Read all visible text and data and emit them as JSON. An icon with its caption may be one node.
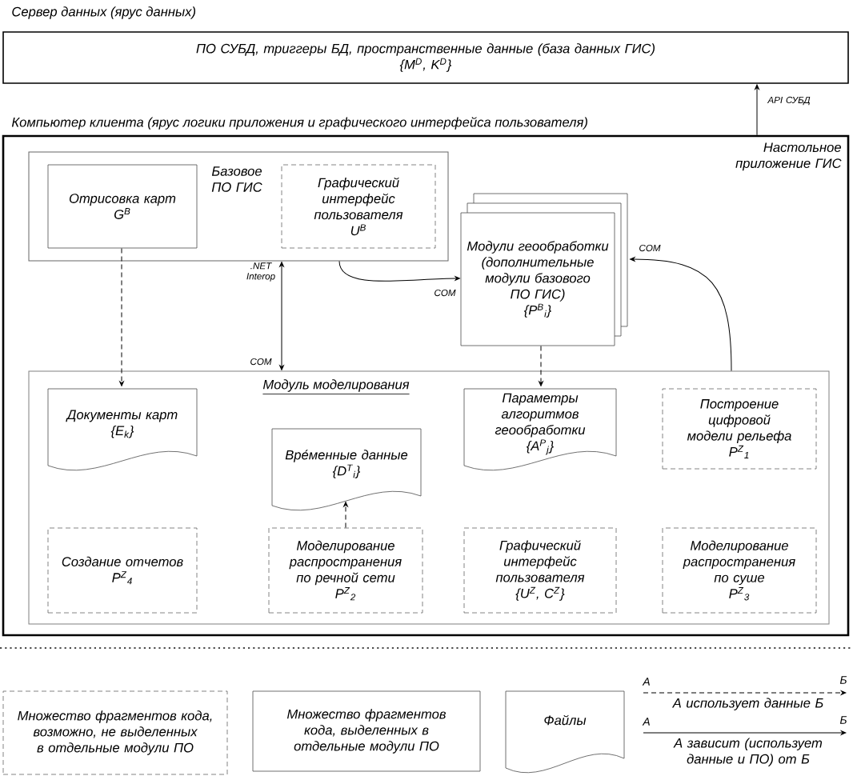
{
  "diagram": {
    "nodes": [
      {
        "text": [
          "Сервер данных  (ярус данных)",
          "ПО СУБД, триггеры БД, пространственные данные (база данных ГИС)",
          "{M$^{D}$, K$^{D}$}"
        ]
      },
      {
        "text": [
          "Компьютер клиента (ярус логики приложения и графического интерфейса пользователя)",
          "Настольное приложение ГИС"
        ]
      },
      {
        "text": [
          "Базовое ПО ГИС"
        ],
        "in": 1
      },
      {
        "text": [
          "Отрисовка карт",
          "G$^{B}$"
        ],
        "in": 2
      },
      {
        "text": [
          "Графический интерфейс пользователя",
          "U$^{B}$"
        ],
        "in": 2
      },
      {
        "text": [
          "Модули геообработки",
          "(дополнительные модули базового ПО ГИС)",
          "{P$^{B}$$_{i}$}"
        ],
        "in": 1
      },
      {
        "text": [
          "Модуль моделирования"
        ],
        "in": 1
      },
      {
        "text": [
          "Документы карт",
          "{E$_{k}$}"
        ],
        "in": 6
      },
      {
        "text": [
          "Вре́менные данные",
          "{D$^{T}$$_{i}$}"
        ],
        "in": 6
      },
      {
        "text": [
          "Параметры алгоритмов геообработки",
          "{A$^{P}$$_{j}$}"
        ],
        "in": 6
      },
      {
        "text": [
          "Построение цифровой модели рельефа",
          "P$^{Z}$$_{1}$"
        ],
        "in": 6
      },
      {
        "text": [
          "Создание отчетов",
          "P$^{Z}$$_{4}$"
        ],
        "in": 6
      },
      {
        "text": [
          "Моделирование распространения по речной сети",
          "P$^{Z}$$_{2}$"
        ],
        "in": 6
      },
      {
        "text": [
          "Графический интерфейс пользователя",
          "{U$^{Z}$, C$^{Z}$}"
        ],
        "in": 6
      },
      {
        "text": [
          "Моделирование распространения по суше",
          "P$^{Z}$$_{3}$"
        ],
        "in": 6
      }
    ],
    "edges": [
      {
        "from": 1,
        "to": 0,
        "arrow": "to",
        "label": "API СУБД"
      },
      {
        "from": 3,
        "to": 7,
        "arrow": "to",
        "style": "dashed"
      },
      {
        "from": 2,
        "to": 6,
        "arrow": "both",
        "label": ".NET Interop"
      },
      {
        "from": 2,
        "to": 5,
        "arrow": "to",
        "label": "COM"
      },
      {
        "from": 5,
        "to": 9,
        "arrow": "to",
        "style": "dashed"
      },
      {
        "from": 6,
        "to": 5,
        "arrow": "to",
        "label": "COM"
      },
      {
        "from": 12,
        "to": 8,
        "arrow": "to",
        "style": "dashed"
      }
    ],
    "labels": [
      "COM",
      "А",
      "Б",
      "А",
      "Б"
    ],
    "legend": [
      {
        "text": "Множество фрагментов кода, возможно, не выделенных в отдельные модули ПО"
      },
      {
        "text": "Множество фрагментов кода, выделенных в отдельные модули ПО"
      },
      {
        "text": "Файлы"
      },
      {
        "text": "А использует данные Б"
      },
      {
        "text": "А зависит (использует данные и ПО) от Б"
      }
    ]
  }
}
